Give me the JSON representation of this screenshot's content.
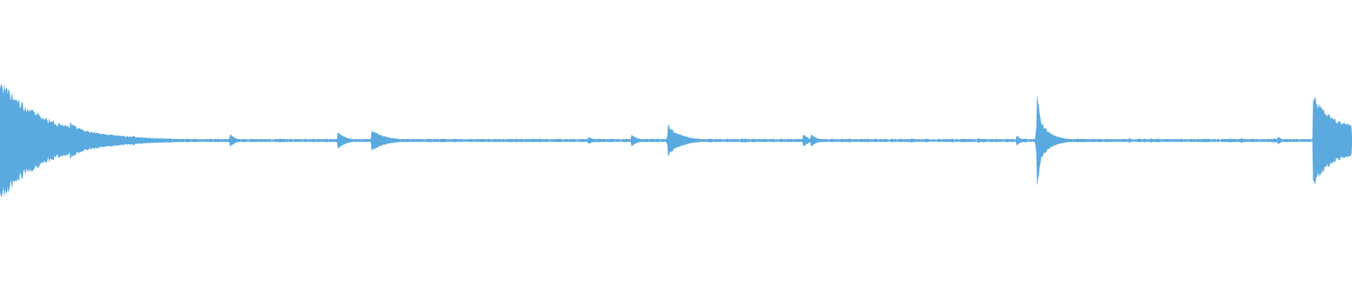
{
  "waveform": {
    "color": "#5aaae0",
    "background": "#ffffff",
    "baseline_amplitude": 0.008,
    "transients": [
      {
        "position": 0.0,
        "peak": 0.44,
        "decay": 0.035
      },
      {
        "position": 0.052,
        "peak": 0.13,
        "decay": 0.018
      },
      {
        "position": 0.098,
        "peak": 0.04,
        "decay": 0.006
      },
      {
        "position": 0.17,
        "peak": 0.05,
        "decay": 0.004
      },
      {
        "position": 0.25,
        "peak": 0.06,
        "decay": 0.006
      },
      {
        "position": 0.275,
        "peak": 0.08,
        "decay": 0.01
      },
      {
        "position": 0.435,
        "peak": 0.03,
        "decay": 0.004
      },
      {
        "position": 0.467,
        "peak": 0.05,
        "decay": 0.004
      },
      {
        "position": 0.494,
        "peak": 0.13,
        "decay": 0.006
      },
      {
        "position": 0.496,
        "peak": 0.09,
        "decay": 0.01
      },
      {
        "position": 0.594,
        "peak": 0.05,
        "decay": 0.004
      },
      {
        "position": 0.6,
        "peak": 0.05,
        "decay": 0.004
      },
      {
        "position": 0.723,
        "peak": 0.02,
        "decay": 0.003
      },
      {
        "position": 0.752,
        "peak": 0.04,
        "decay": 0.003
      },
      {
        "position": 0.767,
        "peak": 0.38,
        "decay": 0.003
      },
      {
        "position": 0.769,
        "peak": 0.15,
        "decay": 0.008
      },
      {
        "position": 0.918,
        "peak": 0.02,
        "decay": 0.003
      },
      {
        "position": 0.945,
        "peak": 0.03,
        "decay": 0.003
      }
    ],
    "end_burst": {
      "start": 0.971,
      "peak": 0.35,
      "decay": 0.012,
      "tail": 0.09
    }
  }
}
